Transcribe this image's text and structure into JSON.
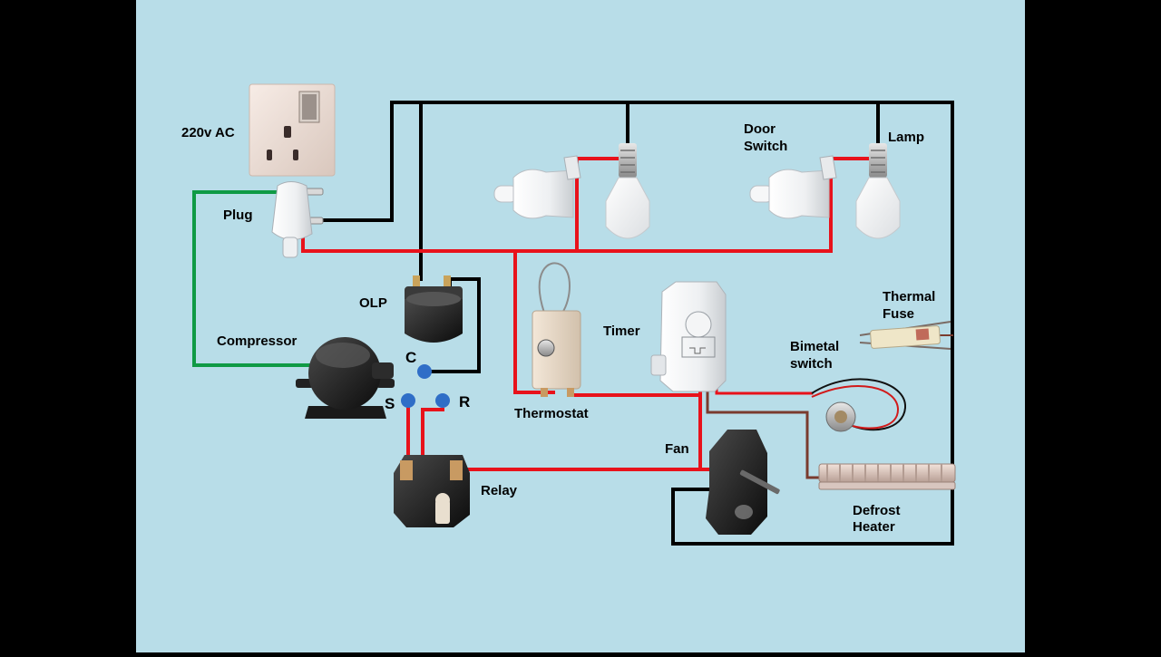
{
  "colors": {
    "background": "#b8dde8",
    "letterbox": "#000000",
    "wire_black": "#000000",
    "wire_red": "#e8121b",
    "wire_green": "#0f9a45",
    "wire_brown": "#7a3b2e",
    "terminal_dot": "#2f6ec7"
  },
  "labels": {
    "power": "220v AC",
    "plug": "Plug",
    "olp": "OLP",
    "compressor": "Compressor",
    "terminal_c": "C",
    "terminal_s": "S",
    "terminal_r": "R",
    "relay": "Relay",
    "thermostat": "Thermostat",
    "timer": "Timer",
    "fan": "Fan",
    "door_switch_1": "Door",
    "door_switch_2": "Switch",
    "lamp": "Lamp",
    "thermal_fuse_1": "Thermal",
    "thermal_fuse_2": "Fuse",
    "bimetal_1": "Bimetal",
    "bimetal_2": "switch",
    "defrost_1": "Defrost",
    "defrost_2": "Heater"
  },
  "icons": {
    "socket": "wall-socket-icon",
    "plug": "three-pin-plug-icon",
    "olp": "overload-protector-icon",
    "compressor": "compressor-icon",
    "relay": "ptc-relay-icon",
    "thermostat": "thermostat-icon",
    "timer": "defrost-timer-icon",
    "fan": "fan-motor-icon",
    "door_switch": "door-switch-icon",
    "lamp": "lamp-bulb-icon",
    "thermal_fuse": "thermal-fuse-icon",
    "bimetal": "bimetal-switch-icon",
    "heater": "defrost-heater-icon"
  }
}
